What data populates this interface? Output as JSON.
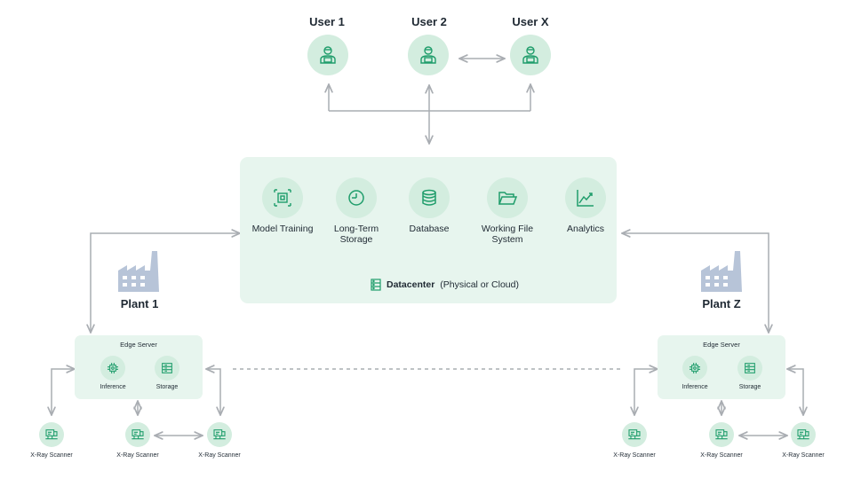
{
  "users": [
    {
      "label": "User 1",
      "icon": "user-laptop-icon"
    },
    {
      "label": "User 2",
      "icon": "user-laptop-icon"
    },
    {
      "label": "User X",
      "icon": "user-laptop-icon"
    }
  ],
  "datacenter": {
    "title_bold": "Datacenter",
    "title_rest": "(Physical or Cloud)",
    "icon": "server-rack-icon",
    "services": [
      {
        "label": "Model Training",
        "icon": "chip-icon"
      },
      {
        "label": "Long-Term Storage",
        "icon": "clock-icon"
      },
      {
        "label": "Database",
        "icon": "database-icon"
      },
      {
        "label": "Working File System",
        "icon": "folder-icon"
      },
      {
        "label": "Analytics",
        "icon": "line-chart-icon"
      }
    ]
  },
  "plants": [
    {
      "label": "Plant 1",
      "icon": "factory-icon",
      "edge_server": {
        "title": "Edge Server",
        "items": [
          {
            "label": "Inference",
            "icon": "chip-icon"
          },
          {
            "label": "Storage",
            "icon": "storage-icon"
          }
        ]
      },
      "scanners": [
        "X-Ray Scanner",
        "X-Ray Scanner",
        "X-Ray Scanner"
      ]
    },
    {
      "label": "Plant Z",
      "icon": "factory-icon",
      "edge_server": {
        "title": "Edge Server",
        "items": [
          {
            "label": "Inference",
            "icon": "chip-icon"
          },
          {
            "label": "Storage",
            "icon": "storage-icon"
          }
        ]
      },
      "scanners": [
        "X-Ray Scanner",
        "X-Ray Scanner",
        "X-Ray Scanner"
      ]
    }
  ],
  "colors": {
    "accent_green": "#d3eddf",
    "panel_green": "#e7f5ee",
    "icon_green": "#1f9d6b",
    "connector_gray": "#a9adb2",
    "factory_blue": "#b7c4d8"
  }
}
